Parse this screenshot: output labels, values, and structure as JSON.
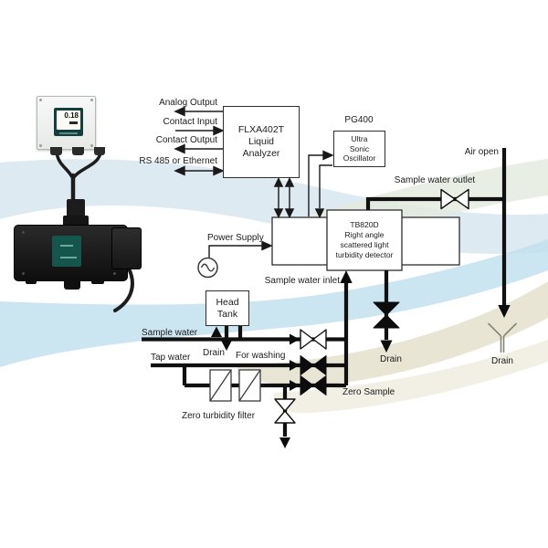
{
  "photos": {
    "converter_display_value": "0.18"
  },
  "io": {
    "analog_output": "Analog Output",
    "contact_input": "Contact Input",
    "contact_output": "Contact Output",
    "rs485": "RS 485 or Ethernet"
  },
  "boxes": {
    "analyzer": [
      "FLXA402T",
      "Liquid",
      "Analyzer"
    ],
    "oscillator_tag": "PG400",
    "oscillator": [
      "Ultra",
      "Sonic",
      "Oscillator"
    ],
    "detector": [
      "TB820D",
      "Right angle",
      "scattered light",
      "turbidity detector"
    ],
    "head_tank": [
      "Head",
      "Tank"
    ]
  },
  "labels": {
    "power_supply": "Power Supply",
    "sample_water_outlet": "Sample water outlet",
    "air_open": "Air open",
    "sample_water_inlet": "Sample water inlet",
    "sample_water": "Sample water",
    "tap_water": "Tap water",
    "for_washing": "For washing",
    "drain_tank": "Drain",
    "drain_detector": "Drain",
    "drain_air": "Drain",
    "zero_sample": "Zero Sample",
    "zero_turbidity_filter": "Zero turbidity filter"
  },
  "symbols": {
    "valve_open": "bowtie-valve-open",
    "valve_closed": "bowtie-valve-filled",
    "ac_power": "sine-in-circle",
    "funnel_drain": "y-funnel",
    "filter": "rect-with-diagonal"
  },
  "colors": {
    "signal_line": "#1a1a1a",
    "pipe": "#101010",
    "box_border": "#2e2e2e",
    "bezel_teal": "#153f3c",
    "detector_label_teal": "#14564c",
    "wave_blue": "#d7e6ee",
    "wave_cyan": "#c2e0ef",
    "wave_beige": "#e7e2cf",
    "wave_green": "#e4eadf"
  }
}
